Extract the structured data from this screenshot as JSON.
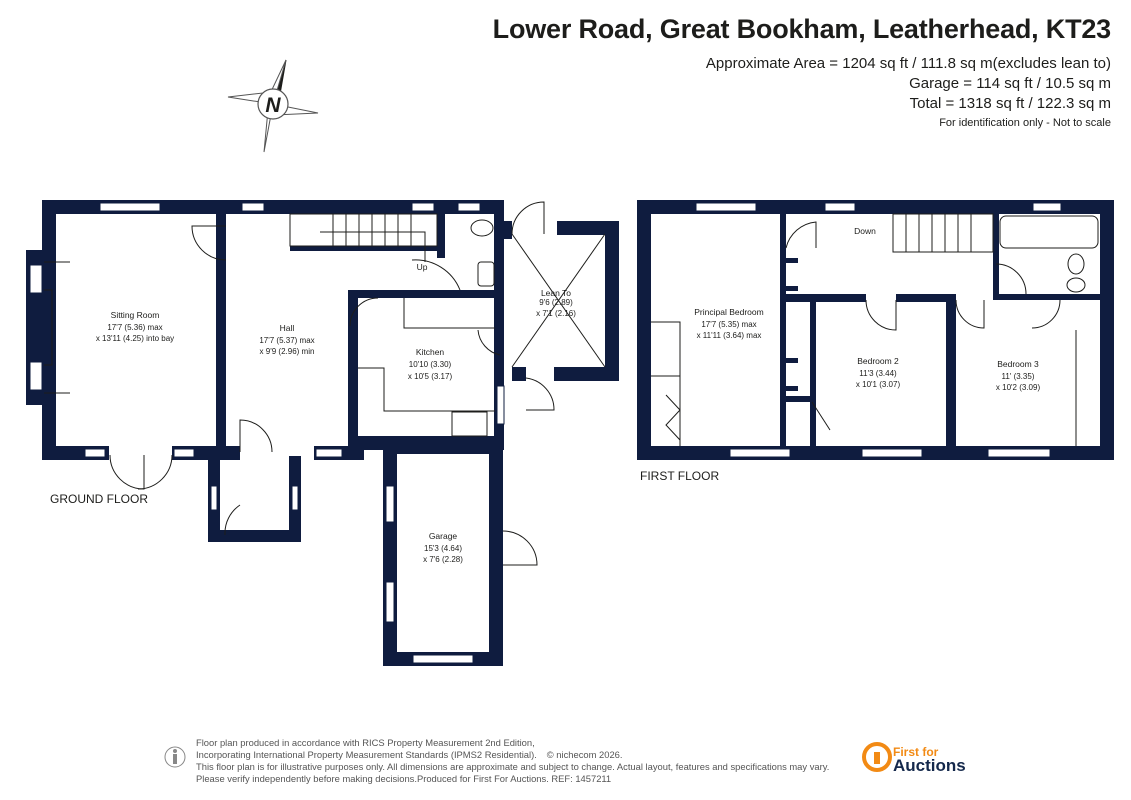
{
  "header": {
    "address": "Lower Road, Great Bookham, Leatherhead, KT23",
    "area_lines": [
      "Approximate Area = 1204 sq ft / 111.8 sq m(excludes lean to)",
      "Garage = 114 sq ft / 10.5 sq m",
      "Total = 1318 sq ft / 122.3 sq m"
    ],
    "identification_note": "For identification only - Not to scale"
  },
  "compass": {
    "label": "N"
  },
  "floors": {
    "ground": {
      "label": "GROUND FLOOR"
    },
    "first": {
      "label": "FIRST FLOOR"
    }
  },
  "rooms": {
    "sitting_room": {
      "name": "Sitting Room",
      "dim1": "17'7 (5.36) max",
      "dim2": "x 13'11 (4.25) into bay"
    },
    "hall": {
      "name": "Hall",
      "dim1": "17'7 (5.37) max",
      "dim2": "x 9'9 (2.96) min"
    },
    "kitchen": {
      "name": "Kitchen",
      "dim1": "10'10 (3.30)",
      "dim2": "x 10'5 (3.17)"
    },
    "lean_to": {
      "name": "Lean To",
      "dim1": "9'6 (2.89)",
      "dim2": "x 7'1 (2.16)"
    },
    "garage": {
      "name": "Garage",
      "dim1": "15'3 (4.64)",
      "dim2": "x 7'6 (2.28)"
    },
    "principal_bedroom": {
      "name": "Principal Bedroom",
      "dim1": "17'7 (5.35) max",
      "dim2": "x 11'11 (3.64) max"
    },
    "bedroom_2": {
      "name": "Bedroom 2",
      "dim1": "11'3 (3.44)",
      "dim2": "x 10'1 (3.07)"
    },
    "bedroom_3": {
      "name": "Bedroom 3",
      "dim1": "11' (3.35)",
      "dim2": "x 10'2 (3.09)"
    }
  },
  "stairs": {
    "up": "Up",
    "down": "Down"
  },
  "footer": {
    "line1": "Floor plan produced in accordance with RICS Property Measurement 2nd Edition,",
    "line2a": "Incorporating International Property Measurement Standards (IPMS2 Residential).",
    "line2b": "© nichecom 2026.",
    "line3": "This floor plan is for illustrative purposes only. All dimensions are approximate and subject to change. Actual layout, features and specifications may vary.",
    "line4": "Please verify independently before making decisions.Produced for First For Auctions.   REF:  1457211"
  },
  "logo": {
    "line1": "First for",
    "line2": "Auctions"
  },
  "colors": {
    "wall": "#0f1c3f",
    "text": "#1d1d1b",
    "logo_orange": "#f28a14",
    "logo_navy": "#14284b"
  }
}
